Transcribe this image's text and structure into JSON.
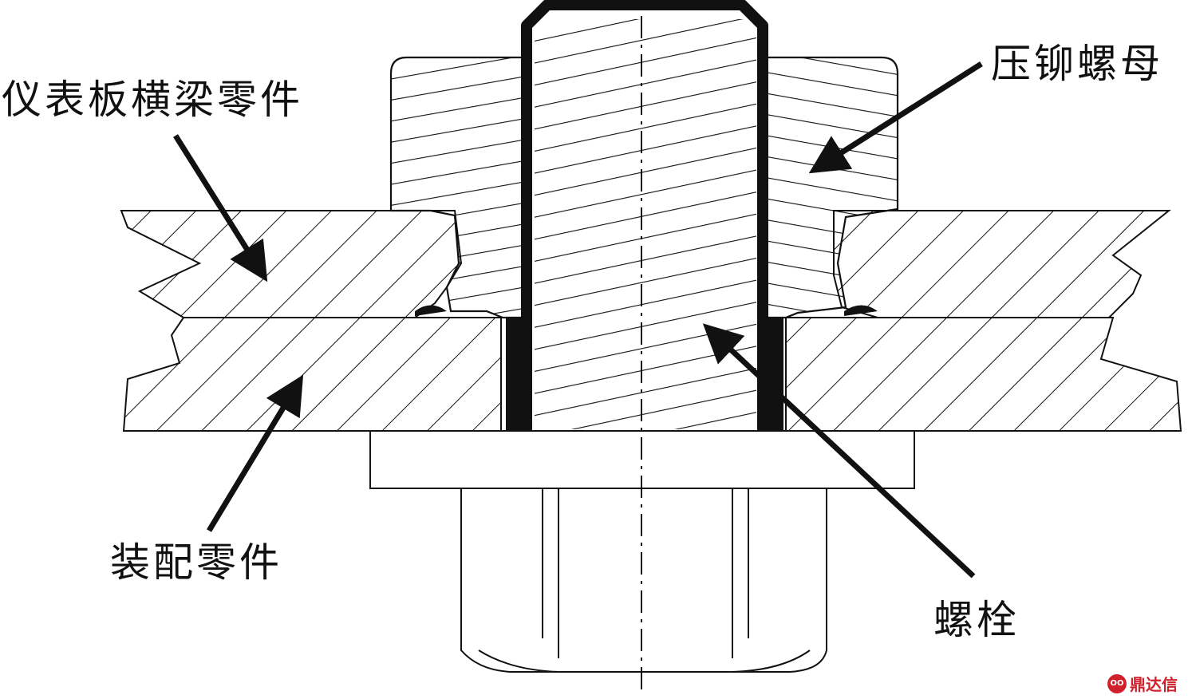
{
  "labels": {
    "beam_part": "仪表板横梁零件",
    "rivet_nut": "压铆螺母",
    "assembly_part": "装配零件",
    "bolt": "螺栓"
  },
  "watermark": {
    "text": "鼎达信",
    "logo_glyph": "OO",
    "color": "#d0202c"
  },
  "colors": {
    "line": "#111111",
    "background": "#ffffff"
  }
}
